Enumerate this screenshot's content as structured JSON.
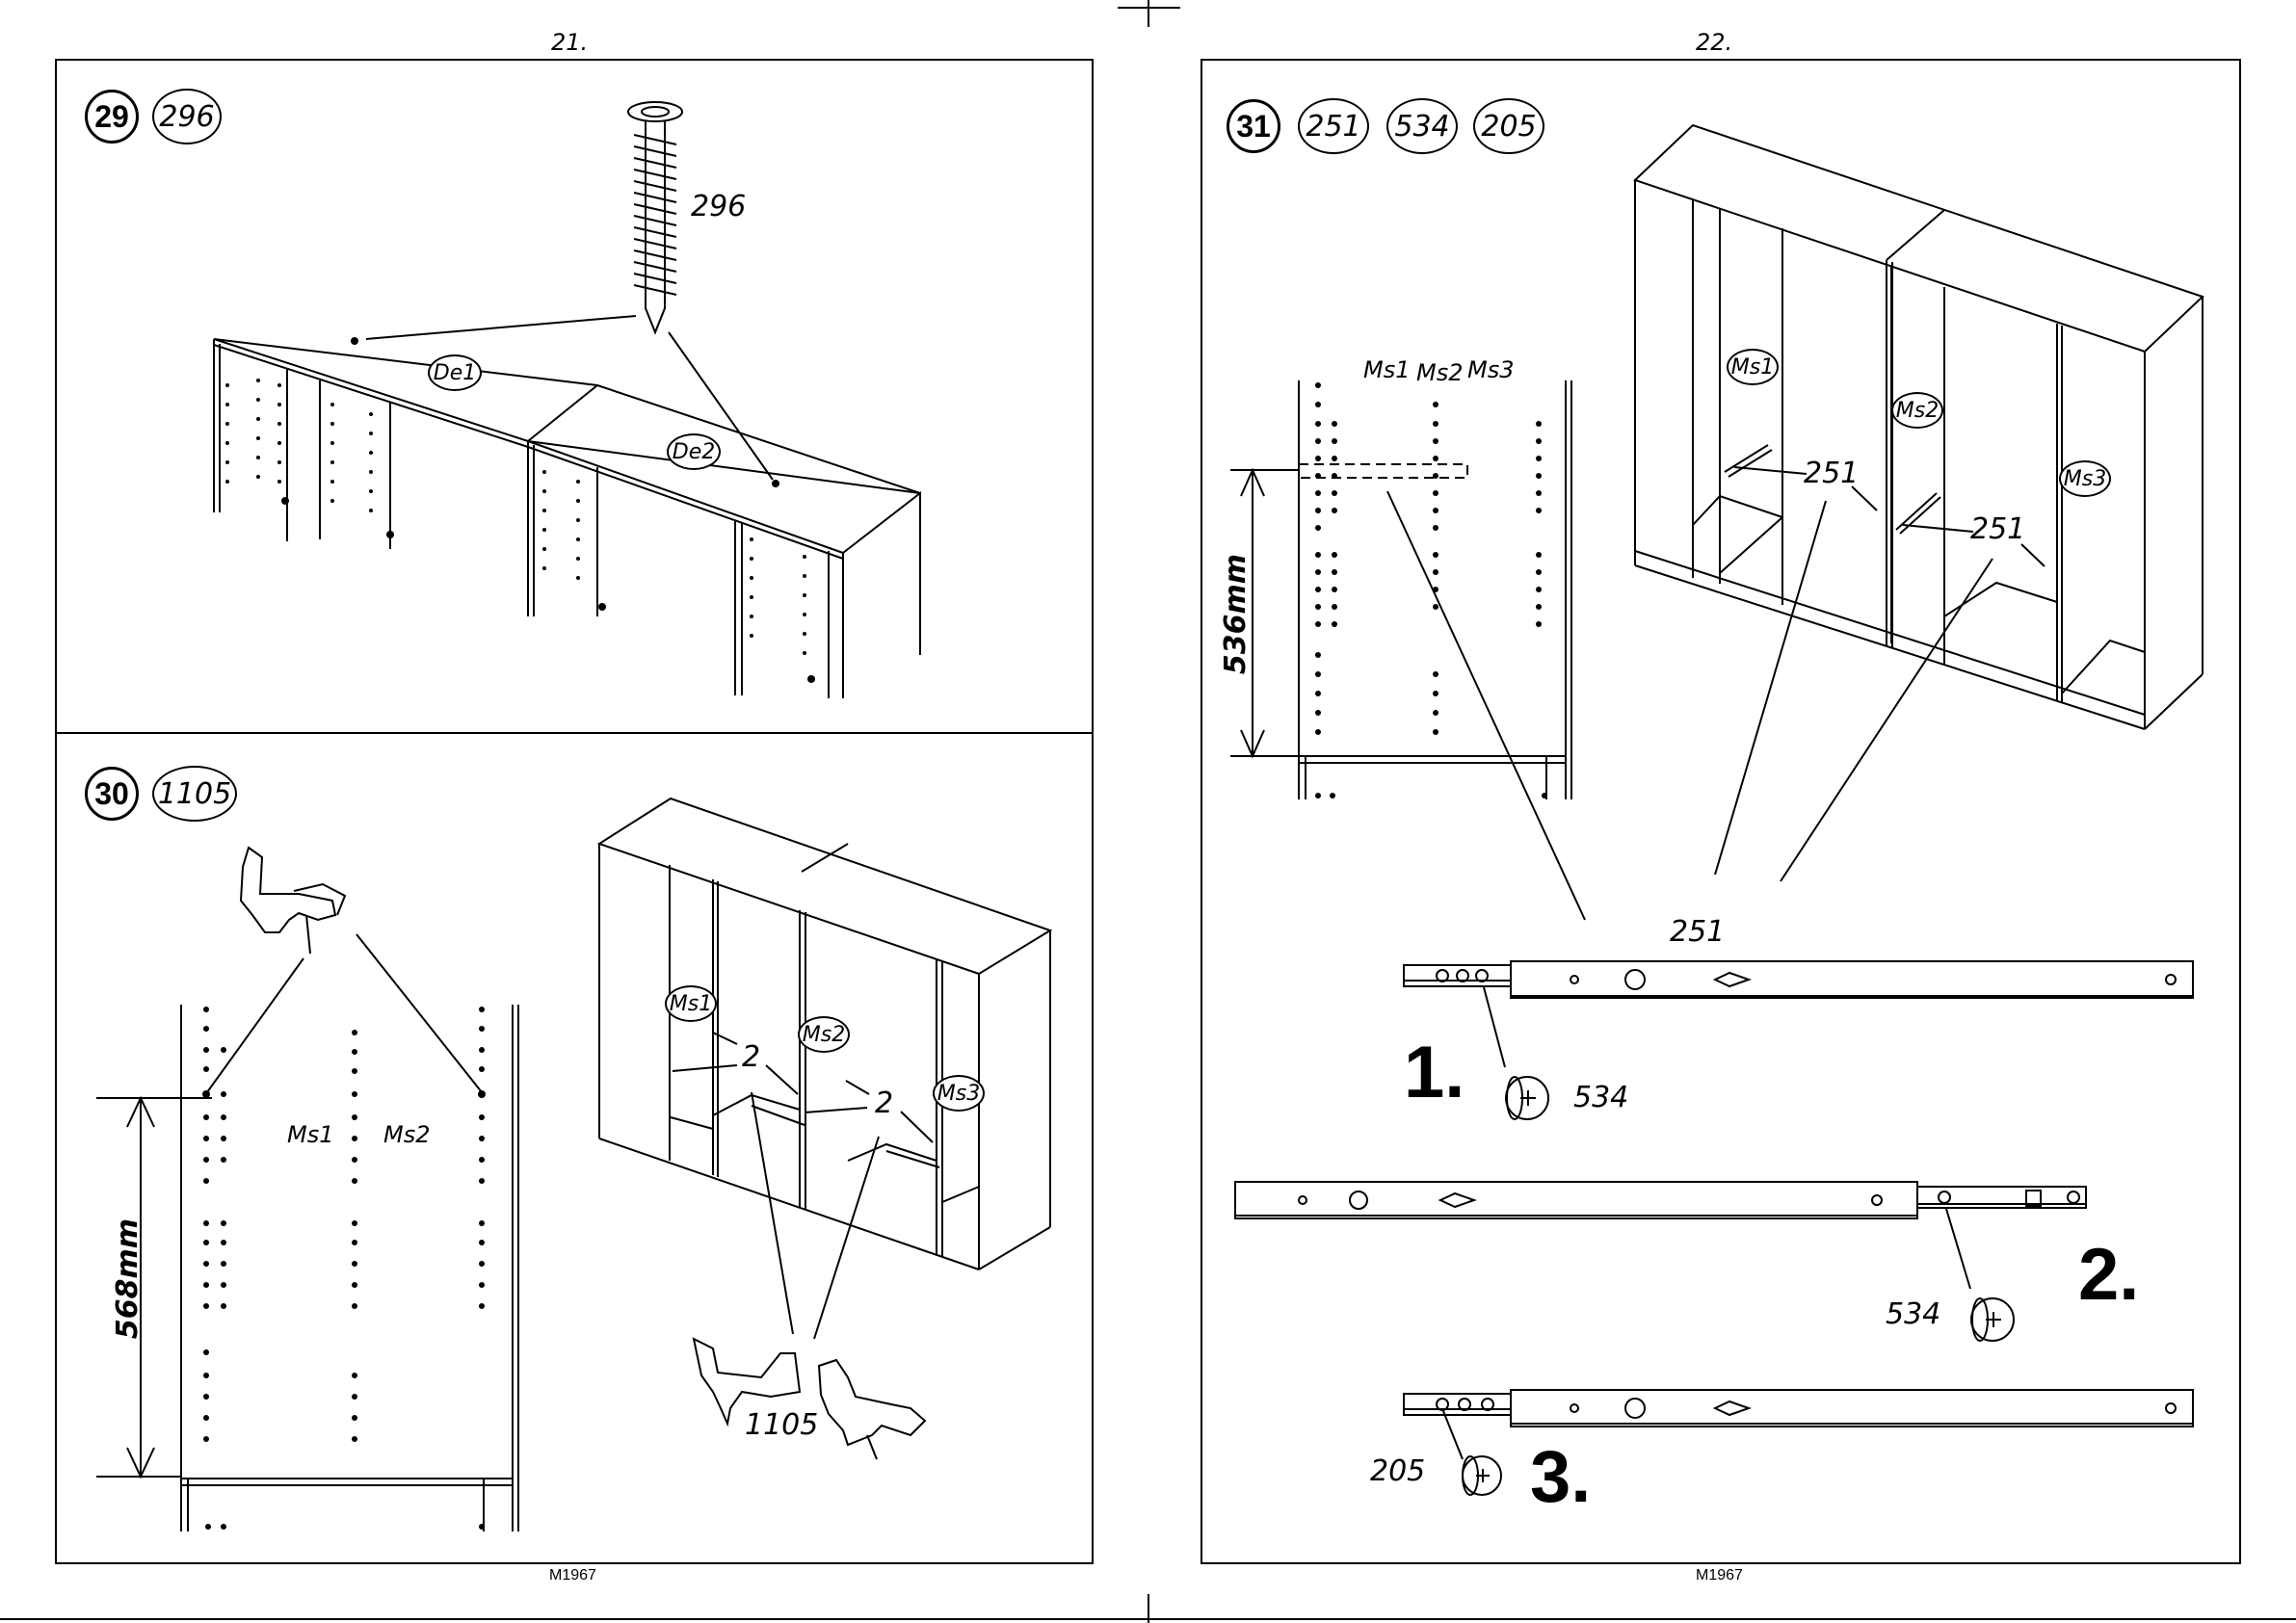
{
  "pages": {
    "left_number": "21.",
    "right_number": "22.",
    "left_footer": "M1967",
    "right_footer": "M1967"
  },
  "step29": {
    "number": "29",
    "parts": [
      "296"
    ],
    "screw_label": "296",
    "panel_labels": [
      "De1",
      "De2"
    ]
  },
  "step30": {
    "number": "30",
    "parts": [
      "1105"
    ],
    "dimension": "568mm",
    "shelf_labels": [
      "Ms1",
      "Ms2"
    ],
    "cabinet_labels": [
      "Ms1",
      "Ms2",
      "Ms3"
    ],
    "count_labels": [
      "2",
      "2"
    ],
    "support_label": "1105"
  },
  "step31": {
    "number": "31",
    "parts": [
      "251",
      "534",
      "205"
    ],
    "dimension": "536mm",
    "shelf_labels": [
      "Ms1",
      "Ms2",
      "Ms3"
    ],
    "cabinet_labels": [
      "Ms1",
      "Ms2",
      "Ms3"
    ],
    "rail_labels": [
      "251",
      "251"
    ],
    "rail_label": "251",
    "screw_labels": [
      "534",
      "534",
      "205"
    ],
    "sequence": [
      "1.",
      "2.",
      "3."
    ]
  }
}
